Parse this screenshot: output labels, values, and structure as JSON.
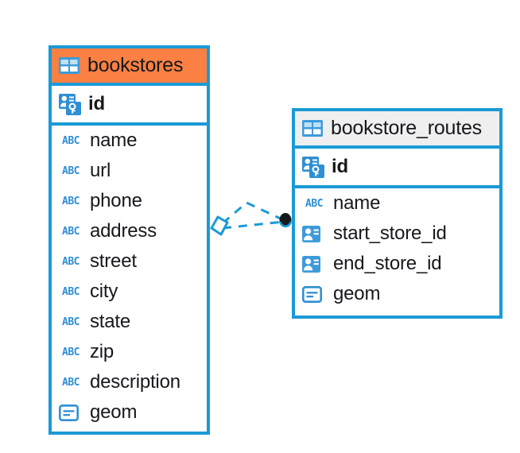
{
  "diagram": {
    "type": "entity-relationship-diagram",
    "background_color": "#ffffff",
    "accent_color": "#1b9ad6",
    "icon_blue": "#2e8fd4",
    "entities": [
      {
        "name": "bookstores",
        "header_color": "#fa8044",
        "header_icon": "table-icon",
        "primary_key": {
          "label": "id",
          "icon": "primary-key-icon"
        },
        "fields": [
          {
            "label": "name",
            "icon": "abc-text-icon"
          },
          {
            "label": "url",
            "icon": "abc-text-icon"
          },
          {
            "label": "phone",
            "icon": "abc-text-icon"
          },
          {
            "label": "address",
            "icon": "abc-text-icon"
          },
          {
            "label": "street",
            "icon": "abc-text-icon"
          },
          {
            "label": "city",
            "icon": "abc-text-icon"
          },
          {
            "label": "state",
            "icon": "abc-text-icon"
          },
          {
            "label": "zip",
            "icon": "abc-text-icon"
          },
          {
            "label": "description",
            "icon": "abc-text-icon"
          },
          {
            "label": "geom",
            "icon": "geometry-icon"
          }
        ]
      },
      {
        "name": "bookstore_routes",
        "header_color": "#efefef",
        "header_icon": "table-icon",
        "primary_key": {
          "label": "id",
          "icon": "primary-key-icon"
        },
        "fields": [
          {
            "label": "name",
            "icon": "abc-text-icon"
          },
          {
            "label": "start_store_id",
            "icon": "foreign-key-icon"
          },
          {
            "label": "end_store_id",
            "icon": "foreign-key-icon"
          },
          {
            "label": "geom",
            "icon": "geometry-icon"
          }
        ]
      }
    ],
    "relationship": {
      "source": "bookstores",
      "target": "bookstore_routes",
      "line_style": "dashed",
      "line_color": "#1b9ad6",
      "source_marker": "diamond-marker",
      "target_marker": "filled-circle-marker",
      "target_marker_color": "#16181a"
    }
  }
}
